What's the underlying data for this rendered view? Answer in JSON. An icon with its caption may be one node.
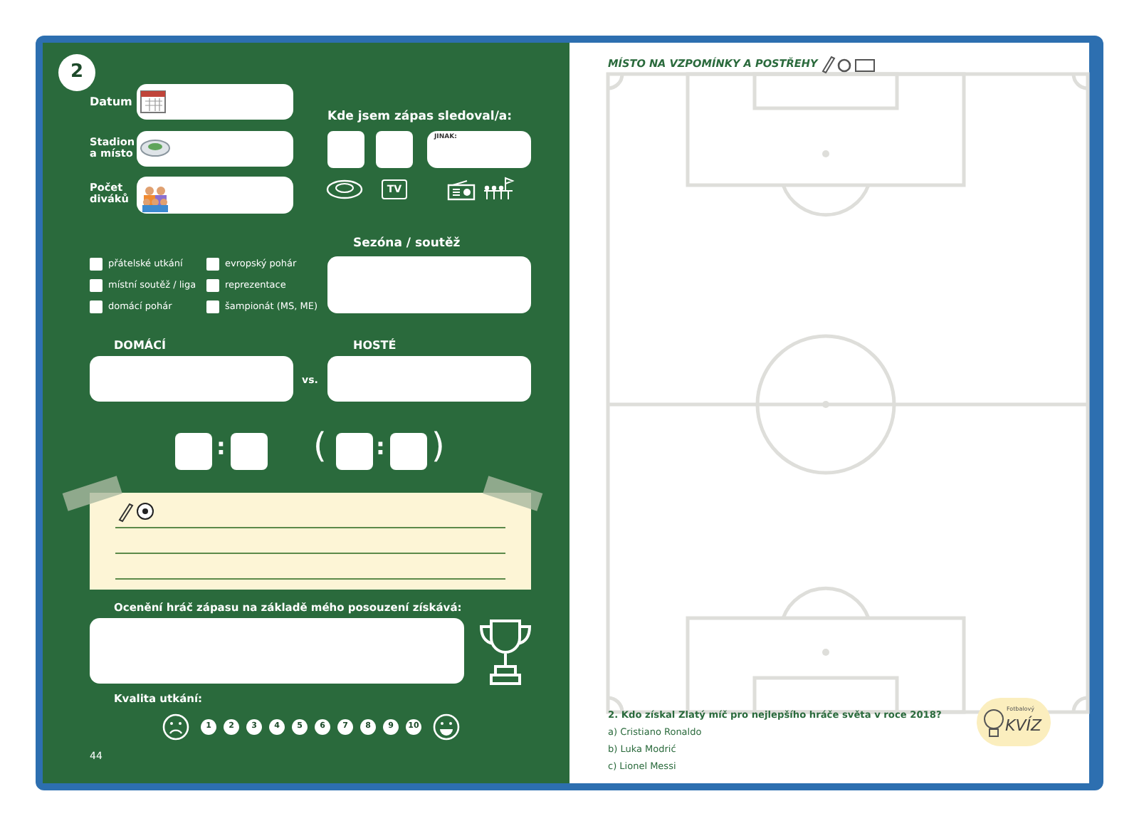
{
  "diagram": {
    "labels": [
      "2",
      "Datum",
      "Stadion a místo",
      "Počet diváků",
      "Kde jsem zápas sledoval/a:",
      "JINAK:",
      "TV",
      "Sezóna / soutěž",
      "přátelské utkání",
      "evropský pohár",
      "místní soutěž / liga",
      "reprezentace",
      "domácí pohár",
      "šampionát (MS, ME)",
      "DOMÁCÍ",
      "HOSTÉ",
      "vs.",
      ":",
      ":",
      "(",
      ")",
      "Ocenění hráč zápasu na základě mého posouzení získává:",
      "Kvalita utkání:",
      "1",
      "2",
      "3",
      "4",
      "5",
      "6",
      "7",
      "8",
      "9",
      "10",
      "44",
      "MÍSTO NA VZPOMÍNKY A POSTŘEHY",
      "2. Kdo získal Zlatý míč pro nejlepšího hráče světa v roce 2018?",
      "a) Cristiano Ronaldo",
      "b) Luka Modrić",
      "c) Lionel Messi",
      "Fotbalový",
      "KVÍZ"
    ]
  }
}
